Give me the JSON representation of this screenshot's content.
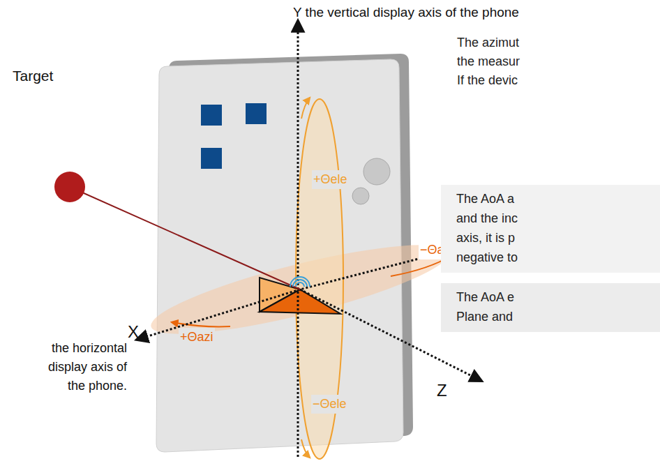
{
  "diagram": {
    "nodes": [
      {
        "text": [
          "The AoA a and the inc axis, it is p negative to"
        ]
      },
      {
        "text": [
          "The AoA e Plane and"
        ]
      }
    ],
    "labels": [
      "Y the vertical display axis of the phone",
      "Target",
      "+Θele",
      "The azimut the measur If the devic",
      "−Θazi",
      "X",
      "+Θazi",
      "the horizontal display axis of the phone.",
      "Z",
      "−Θele"
    ]
  }
}
